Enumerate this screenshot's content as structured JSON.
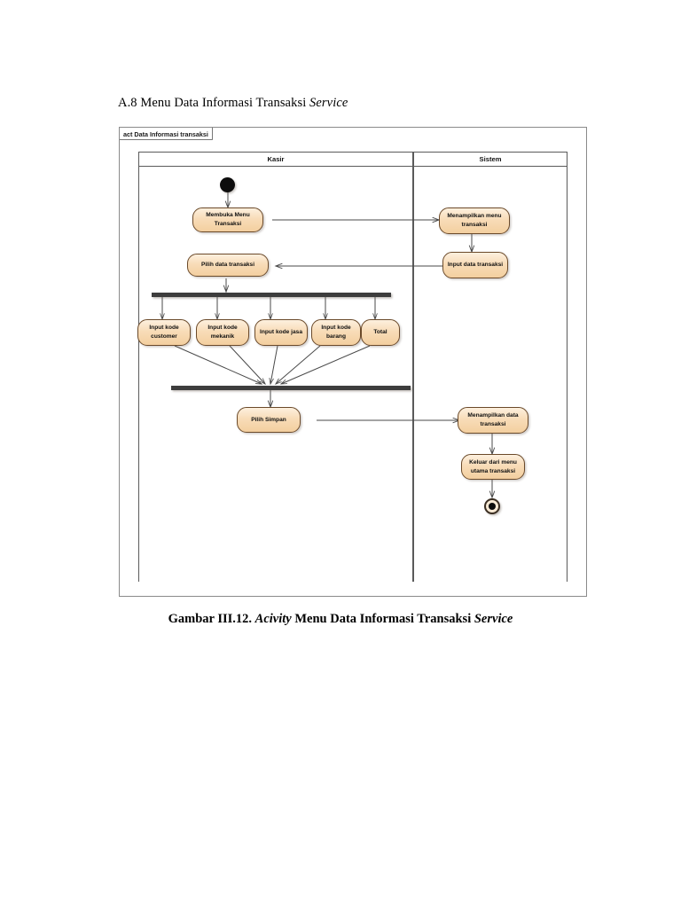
{
  "page": {
    "section_heading_prefix": "A.8 Menu Data Informasi Transaksi ",
    "section_heading_italic": "Service",
    "caption_prefix": "Gambar III.12. ",
    "caption_italic_1": "Acivity",
    "caption_middle": " Menu Data Informasi Transaksi ",
    "caption_italic_2": "Service"
  },
  "diagram": {
    "frame_label": "act Data Informasi transaksi",
    "swimlanes": [
      {
        "id": "kasir",
        "label": "Kasir"
      },
      {
        "id": "sistem",
        "label": "Sistem"
      }
    ],
    "colors": {
      "node_fill_light": "#fdf0de",
      "node_fill_mid": "#f8dcb8",
      "node_fill_dark": "#f3cf9f",
      "node_border": "#6b4a2a",
      "bar_color": "#3d3d3d",
      "start_node": "#0d0d0d",
      "frame_border": "#8a8a8a",
      "lane_border": "#5a5a5a",
      "connector": "#4a4a4a"
    },
    "nodes": [
      {
        "id": "start",
        "type": "initial-node",
        "lane": "kasir",
        "label": ""
      },
      {
        "id": "membuka-menu",
        "type": "action",
        "lane": "kasir",
        "label": "Membuka Menu Transaksi"
      },
      {
        "id": "menampilkan-menu",
        "type": "action",
        "lane": "sistem",
        "label": "Menampilkan menu transaksi"
      },
      {
        "id": "input-data",
        "type": "action",
        "lane": "sistem",
        "label": "Input data transaksi"
      },
      {
        "id": "pilih-data",
        "type": "action",
        "lane": "kasir",
        "label": "Pilih data transaksi"
      },
      {
        "id": "fork",
        "type": "fork-bar",
        "lane": "kasir",
        "label": ""
      },
      {
        "id": "input-kode-customer",
        "type": "action",
        "lane": "kasir",
        "label": "Input kode customer"
      },
      {
        "id": "input-kode-mekanik",
        "type": "action",
        "lane": "kasir",
        "label": "Input kode mekanik"
      },
      {
        "id": "input-kode-jasa",
        "type": "action",
        "lane": "kasir",
        "label": "Input kode jasa"
      },
      {
        "id": "input-kode-barang",
        "type": "action",
        "lane": "kasir",
        "label": "Input kode barang"
      },
      {
        "id": "total",
        "type": "action",
        "lane": "kasir",
        "label": "Total"
      },
      {
        "id": "join",
        "type": "join-bar",
        "lane": "kasir",
        "label": ""
      },
      {
        "id": "pilih-simpan",
        "type": "action",
        "lane": "kasir",
        "label": "Pilih Simpan"
      },
      {
        "id": "menampilkan-data",
        "type": "action",
        "lane": "sistem",
        "label": "Menampilkan data transaksi"
      },
      {
        "id": "keluar-menu",
        "type": "action",
        "lane": "sistem",
        "label": "Keluar dari menu utama transaksi"
      },
      {
        "id": "final",
        "type": "final-node",
        "lane": "sistem",
        "label": ""
      }
    ],
    "edges": [
      {
        "from": "start",
        "to": "membuka-menu"
      },
      {
        "from": "membuka-menu",
        "to": "menampilkan-menu"
      },
      {
        "from": "menampilkan-menu",
        "to": "input-data"
      },
      {
        "from": "input-data",
        "to": "pilih-data"
      },
      {
        "from": "pilih-data",
        "to": "fork"
      },
      {
        "from": "fork",
        "to": "input-kode-customer"
      },
      {
        "from": "fork",
        "to": "input-kode-mekanik"
      },
      {
        "from": "fork",
        "to": "input-kode-jasa"
      },
      {
        "from": "fork",
        "to": "input-kode-barang"
      },
      {
        "from": "fork",
        "to": "total"
      },
      {
        "from": "input-kode-customer",
        "to": "join"
      },
      {
        "from": "input-kode-mekanik",
        "to": "join"
      },
      {
        "from": "input-kode-jasa",
        "to": "join"
      },
      {
        "from": "input-kode-barang",
        "to": "join"
      },
      {
        "from": "total",
        "to": "join"
      },
      {
        "from": "join",
        "to": "pilih-simpan"
      },
      {
        "from": "pilih-simpan",
        "to": "menampilkan-data"
      },
      {
        "from": "menampilkan-data",
        "to": "keluar-menu"
      },
      {
        "from": "keluar-menu",
        "to": "final"
      }
    ]
  }
}
